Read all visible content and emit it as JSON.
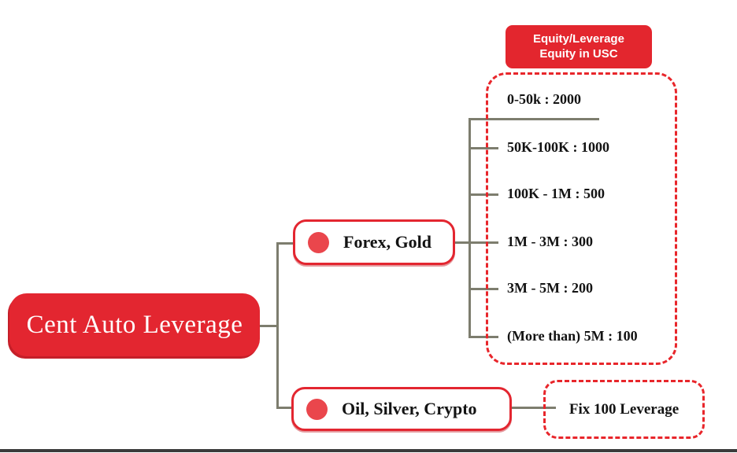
{
  "diagram": {
    "title": "Cent Auto Leverage",
    "branches": [
      {
        "label": "Forex, Gold"
      },
      {
        "label": "Oil, Silver, Crypto"
      }
    ],
    "leverage_box": {
      "header_line1": "Equity/Leverage",
      "header_line2": "Equity in USC",
      "tiers": [
        {
          "range": "0-50k",
          "leverage": "2000",
          "label": "0-50k : 2000"
        },
        {
          "range": "50K-100K",
          "leverage": "1000",
          "label": "50K-100K : 1000"
        },
        {
          "range": "100K - 1M",
          "leverage": "500",
          "label": "100K - 1M : 500"
        },
        {
          "range": "1M - 3M",
          "leverage": "300",
          "label": "1M - 3M : 300"
        },
        {
          "range": "3M - 5M",
          "leverage": "200",
          "label": "3M - 5M : 200"
        },
        {
          "range": "(More than) 5M",
          "leverage": "100",
          "label": "(More than) 5M : 100"
        }
      ]
    },
    "fix_leverage_box": {
      "label": "Fix 100 Leverage"
    }
  },
  "colors": {
    "node_red": "#e32630",
    "bullet_red": "#ea464c",
    "dashed_red": "#e8262b",
    "connector_gray": "#7d7d6e",
    "bottom_bar": "#3b3b3b",
    "text_black": "#131313",
    "text_white": "#ffffff"
  }
}
